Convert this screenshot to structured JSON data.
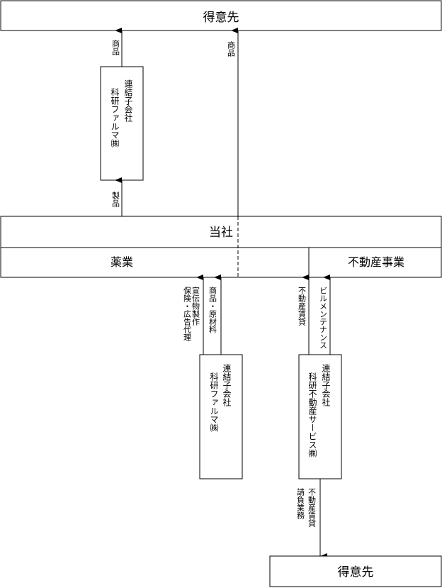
{
  "nodes": {
    "top_customer": "得意先",
    "company": "当社",
    "pharma_division": "薬業",
    "real_estate_division": "不動産事業",
    "sub_pharma_top": {
      "line1": "連結子会社",
      "line2": "科研ファルマ㈱"
    },
    "sub_pharma_bottom": {
      "line1": "連結子会社",
      "line2": "科研ファルマ㈱"
    },
    "sub_realestate": {
      "line1": "連結子会社",
      "line2": "科研不動産サービス㈱"
    },
    "bottom_customer": "得意先"
  },
  "flows": {
    "sub_to_customer": "商品",
    "company_to_customer": "商品",
    "company_to_sub": "製品",
    "pharma_services": {
      "line1": "宣伝物製作",
      "line2": "保険・広告代理"
    },
    "pharma_materials": "商品・原材料",
    "realestate_lease": "不動産賃貸",
    "building_maintenance": "ビルメンテナンス",
    "realestate_contract": {
      "line1": "不動産賃貸",
      "line2": "請負業務"
    }
  }
}
